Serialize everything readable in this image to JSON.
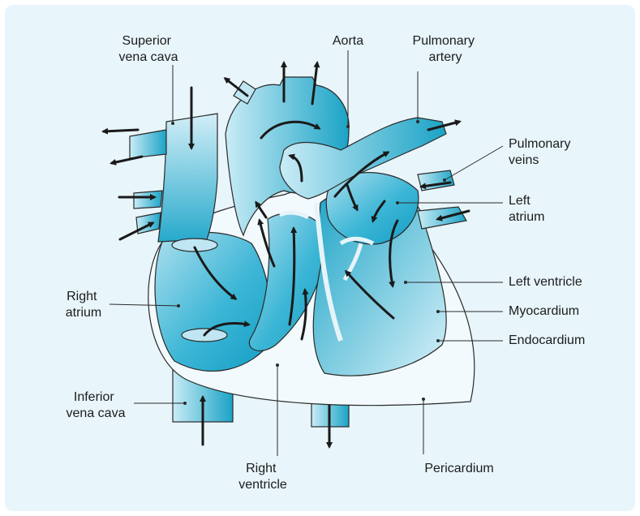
{
  "labels": {
    "superior_vena_cava": [
      "Superior",
      "vena cava"
    ],
    "aorta": "Aorta",
    "pulmonary_artery": [
      "Pulmonary",
      "artery"
    ],
    "pulmonary_veins": [
      "Pulmonary",
      "veins"
    ],
    "left_atrium": [
      "Left",
      "atrium"
    ],
    "left_ventricle": "Left ventricle",
    "myocardium": "Myocardium",
    "endocardium": "Endocardium",
    "right_atrium": [
      "Right",
      "atrium"
    ],
    "inferior_vena_cava": [
      "Inferior",
      "vena cava"
    ],
    "right_ventricle": [
      "Right",
      "ventricle"
    ],
    "pericardium": "Pericardium"
  },
  "colors": {
    "panel_background": "#e8f5fb",
    "deep_blue": "#1ba3c6",
    "mid_blue": "#5cc3de",
    "light_blue": "#bfe6f2",
    "wall": "#e6f4f9",
    "arrow": "#1a1a1a"
  }
}
